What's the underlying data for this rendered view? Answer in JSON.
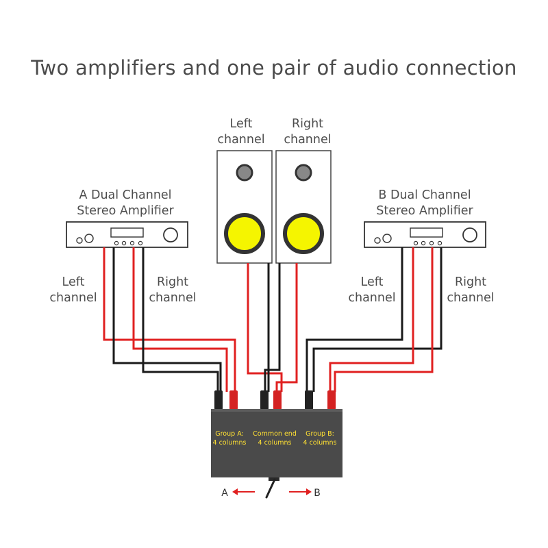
{
  "title": "Two amplifiers and one pair of audio connection",
  "speakers": {
    "left_label": [
      "Left",
      "channel"
    ],
    "right_label": [
      "Right",
      "channel"
    ]
  },
  "amplifier_a": {
    "label": [
      "A Dual Channel",
      "Stereo Amplifier"
    ],
    "left_label": [
      "Left",
      "channel"
    ],
    "right_label": [
      "Right",
      "channel"
    ]
  },
  "amplifier_b": {
    "label": [
      "B Dual Channel",
      "Stereo Amplifier"
    ],
    "left_label": [
      "Left",
      "channel"
    ],
    "right_label": [
      "Right",
      "channel"
    ]
  },
  "switch_box": {
    "group_a": [
      "Group A:",
      "4 columns"
    ],
    "common": [
      "Common end",
      "4 columns"
    ],
    "group_b": [
      "Group B:",
      "4 columns"
    ],
    "arrow_left": "A",
    "arrow_right": "B"
  },
  "colors": {
    "red_wire": "#e02020",
    "black_wire": "#1a1a1a",
    "box": "#4a4a4a",
    "woofer": "#f5f500",
    "box_text": "#ffe033"
  }
}
